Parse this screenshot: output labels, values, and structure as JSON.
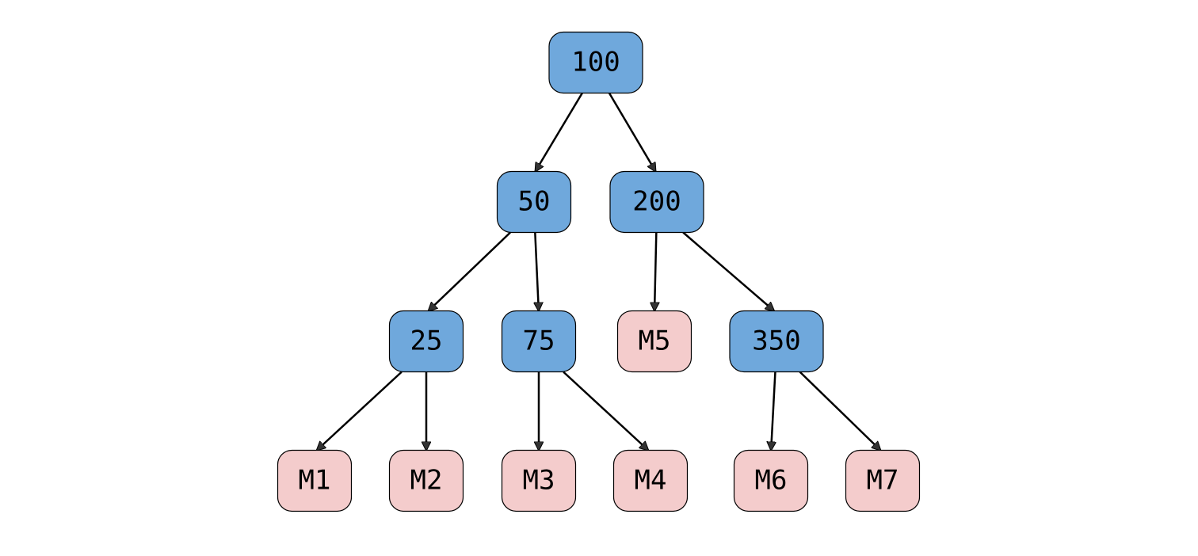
{
  "colors": {
    "internal_fill": "#6fa8dc",
    "leaf_fill": "#f4cccc",
    "stroke": "#000000",
    "edge": "#000000",
    "arrowhead": "#333333",
    "background": "#ffffff"
  },
  "nodes": [
    {
      "id": "n100",
      "label": "100",
      "kind": "internal"
    },
    {
      "id": "n50",
      "label": "50",
      "kind": "internal"
    },
    {
      "id": "n200",
      "label": "200",
      "kind": "internal"
    },
    {
      "id": "n25",
      "label": "25",
      "kind": "internal"
    },
    {
      "id": "n75",
      "label": "75",
      "kind": "internal"
    },
    {
      "id": "m5",
      "label": "M5",
      "kind": "leaf"
    },
    {
      "id": "n350",
      "label": "350",
      "kind": "internal"
    },
    {
      "id": "m1",
      "label": "M1",
      "kind": "leaf"
    },
    {
      "id": "m2",
      "label": "M2",
      "kind": "leaf"
    },
    {
      "id": "m3",
      "label": "M3",
      "kind": "leaf"
    },
    {
      "id": "m4",
      "label": "M4",
      "kind": "leaf"
    },
    {
      "id": "m6",
      "label": "M6",
      "kind": "leaf"
    },
    {
      "id": "m7",
      "label": "M7",
      "kind": "leaf"
    }
  ],
  "edges": [
    {
      "from": "n100",
      "to": "n50"
    },
    {
      "from": "n100",
      "to": "n200"
    },
    {
      "from": "n50",
      "to": "n25"
    },
    {
      "from": "n50",
      "to": "n75"
    },
    {
      "from": "n200",
      "to": "m5"
    },
    {
      "from": "n200",
      "to": "n350"
    },
    {
      "from": "n25",
      "to": "m1"
    },
    {
      "from": "n25",
      "to": "m2"
    },
    {
      "from": "n75",
      "to": "m3"
    },
    {
      "from": "n75",
      "to": "m4"
    },
    {
      "from": "n350",
      "to": "m6"
    },
    {
      "from": "n350",
      "to": "m7"
    }
  ]
}
